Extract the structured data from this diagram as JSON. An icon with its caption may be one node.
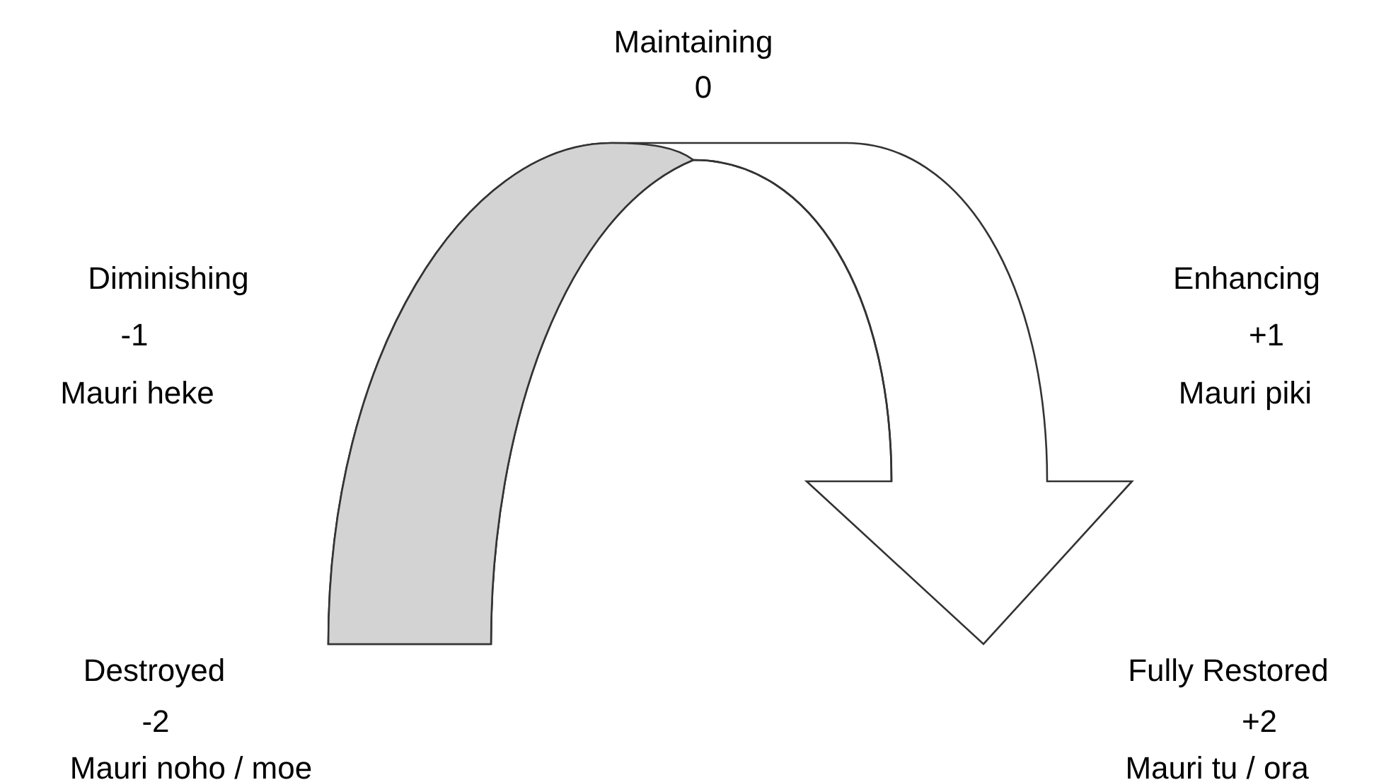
{
  "diagram": {
    "labels": [
      "Maintaining",
      "0",
      "Diminishing",
      "-1",
      "Mauri heke",
      "Enhancing",
      "+1",
      "Mauri piki",
      "Destroyed",
      "-2",
      "Mauri noho / moe",
      "Fully Restored",
      "+2",
      "Mauri tu / ora"
    ]
  }
}
